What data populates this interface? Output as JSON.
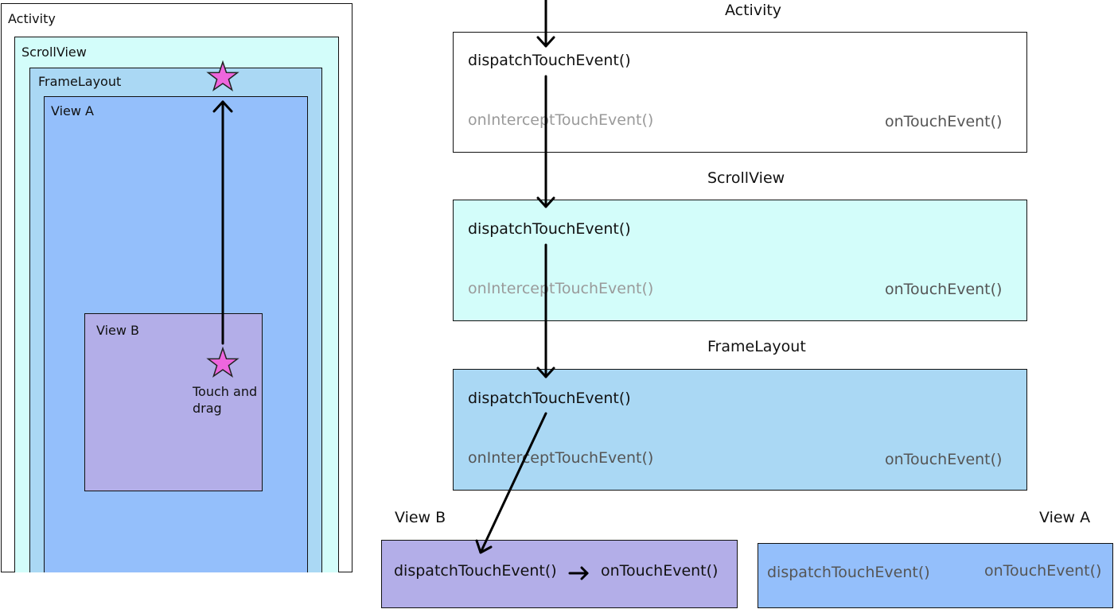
{
  "colors": {
    "activity": "#ffffff",
    "scrollview": "#d3fdfa",
    "framelayout": "#aad8f4",
    "view_a": "#94bffb",
    "view_b": "#b3aee8",
    "star": "#ee66dd",
    "gray_text": "#9a9a9a",
    "mid_text": "#555555"
  },
  "left_panel": {
    "activity_label": "Activity",
    "scrollview_label": "ScrollView",
    "framelayout_label": "FrameLayout",
    "view_a_label": "View A",
    "view_b_label": "View B",
    "touch_text": "Touch and\ndrag",
    "icons": [
      "star-icon-top",
      "star-icon-touch"
    ]
  },
  "right_panel": {
    "activity": {
      "title": "Activity",
      "dispatch": "dispatchTouchEvent()",
      "intercept": "onInterceptTouchEvent()",
      "ontouch": "onTouchEvent()"
    },
    "scrollview": {
      "title": "ScrollView",
      "dispatch": "dispatchTouchEvent()",
      "intercept": "onInterceptTouchEvent()",
      "ontouch": "onTouchEvent()"
    },
    "framelayout": {
      "title": "FrameLayout",
      "dispatch": "dispatchTouchEvent()",
      "intercept": "onInterceptTouchEvent()",
      "ontouch": "onTouchEvent()"
    },
    "view_b": {
      "title": "View B",
      "dispatch": "dispatchTouchEvent()",
      "ontouch": "onTouchEvent()"
    },
    "view_a": {
      "title": "View A",
      "dispatch": "dispatchTouchEvent()",
      "ontouch": "onTouchEvent()"
    }
  }
}
